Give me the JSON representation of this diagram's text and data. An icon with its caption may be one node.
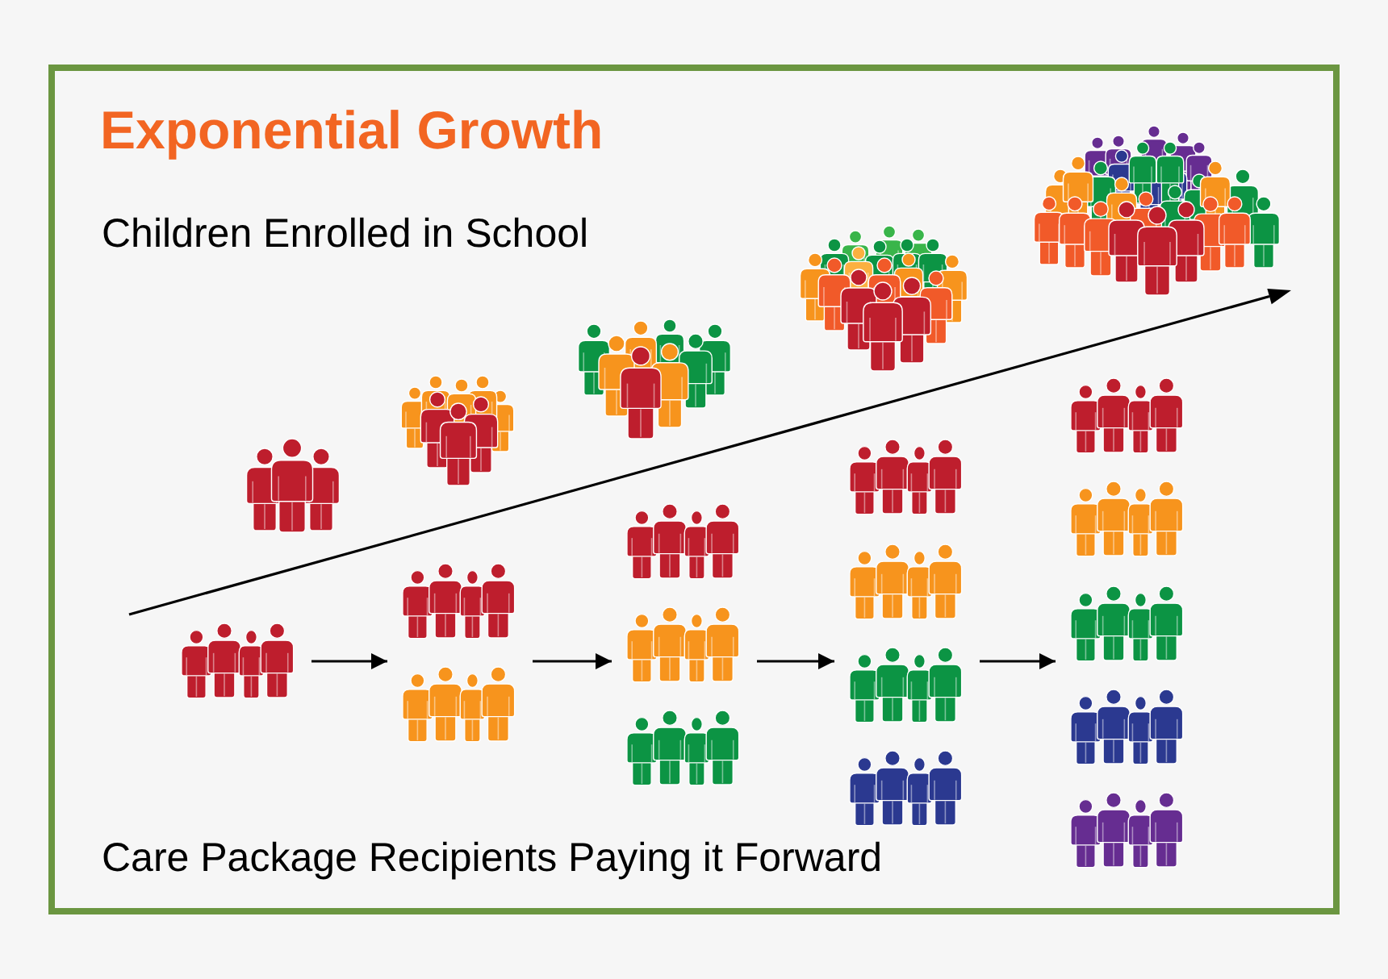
{
  "diagram": {
    "title": "Exponential Growth",
    "nodes": [
      {
        "text": [],
        "shape": "picture"
      },
      {
        "text": [],
        "shape": "picture"
      },
      {
        "text": [],
        "shape": "picture"
      },
      {
        "text": [],
        "shape": "picture"
      },
      {
        "text": [],
        "shape": "picture"
      }
    ],
    "edges": [
      {
        "from": 0,
        "to": 1,
        "arrow": "to"
      },
      {
        "from": 1,
        "to": 2,
        "arrow": "to"
      },
      {
        "from": 2,
        "to": 3,
        "arrow": "to"
      },
      {
        "from": 3,
        "to": 4,
        "arrow": "to"
      }
    ],
    "labels": [
      "Children Enrolled in School",
      "Care Package Recipients Paying it Forward"
    ]
  }
}
